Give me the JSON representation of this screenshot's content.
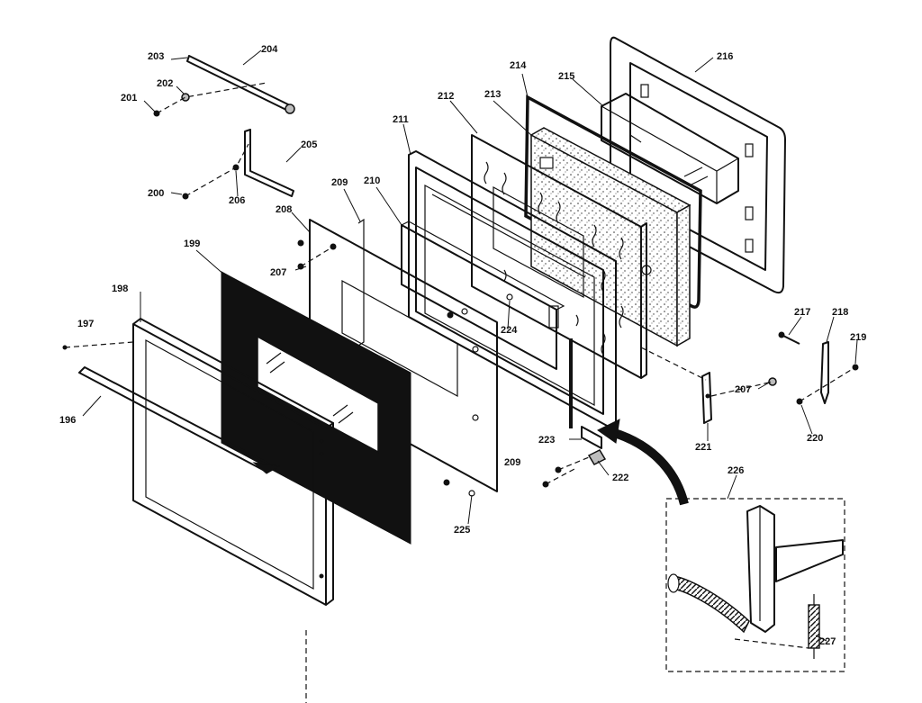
{
  "callouts": {
    "p196": "196",
    "p197": "197",
    "p198": "198",
    "p199": "199",
    "p200": "200",
    "p201": "201",
    "p202": "202",
    "p203": "203",
    "p204": "204",
    "p205": "205",
    "p206": "206",
    "p207a": "207",
    "p207b": "207",
    "p208": "208",
    "p209a": "209",
    "p209b": "209",
    "p210": "210",
    "p211": "211",
    "p212": "212",
    "p213": "213",
    "p214": "214",
    "p215": "215",
    "p216": "216",
    "p217": "217",
    "p218": "218",
    "p219": "219",
    "p220": "220",
    "p221": "221",
    "p222": "222",
    "p223": "223",
    "p224": "224",
    "p225": "225",
    "p226": "226",
    "p227": "227"
  }
}
